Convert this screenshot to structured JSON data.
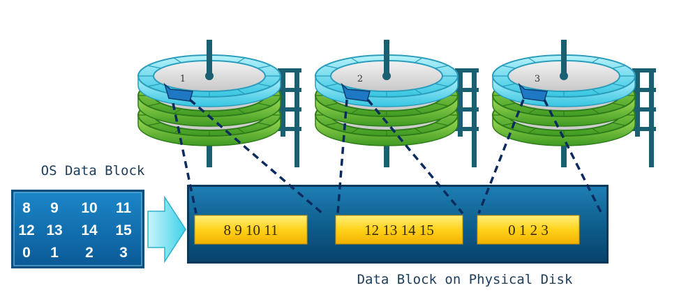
{
  "os_block": {
    "title": "OS Data Block",
    "rows": [
      [
        "8",
        "9",
        "10",
        "11"
      ],
      [
        "12",
        "13",
        "14",
        "15"
      ],
      [
        "0",
        "1",
        "2",
        "3"
      ]
    ]
  },
  "physical": {
    "caption": "Data Block on Physical Disk",
    "chunks": [
      "8 9 10 11",
      "12 13 14 15",
      "0 1 2 3"
    ]
  },
  "disks": [
    {
      "label": "1"
    },
    {
      "label": "2"
    },
    {
      "label": "3"
    }
  ],
  "colors": {
    "container": "#0e5a86",
    "os_box": "#1070b4",
    "chunk": "#ffd21a",
    "platter_cyan": "#5fd8ec",
    "platter_green": "#6cc13a",
    "dash": "#0b2a5e",
    "arrow": "#7fe6f5",
    "rack": "#1b5f72"
  }
}
